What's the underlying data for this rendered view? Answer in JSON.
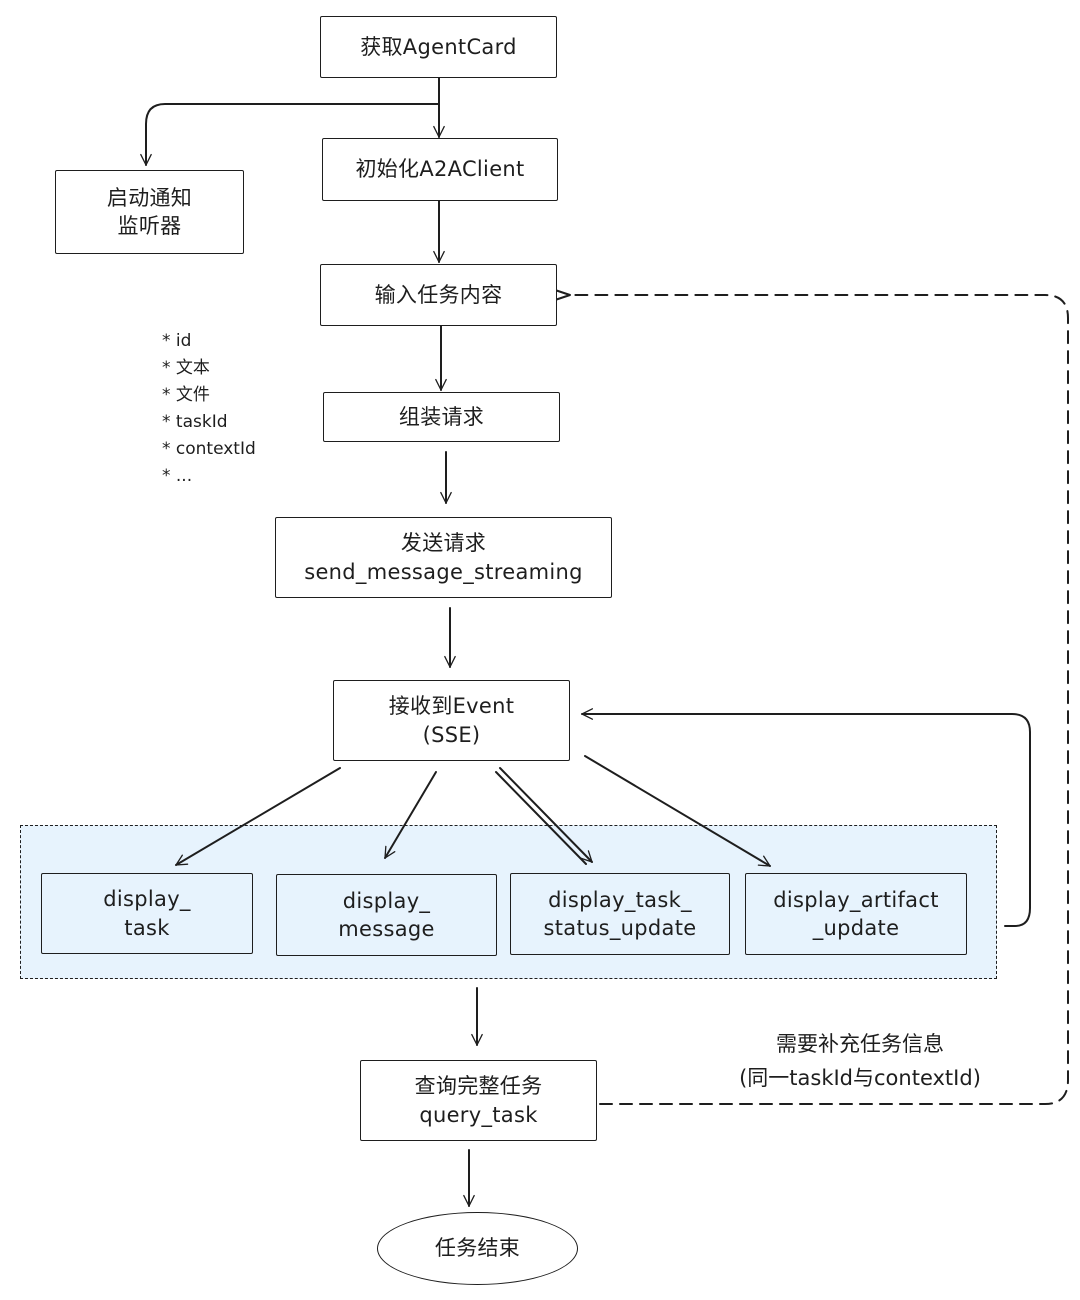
{
  "nodes": {
    "get_agent_card": "获取AgentCard",
    "start_listener": [
      "启动通知",
      "监听器"
    ],
    "init_client": "初始化A2AClient",
    "input_task": "输入任务内容",
    "assemble_request": "组装请求",
    "send_request": [
      "发送请求",
      "send_message_streaming"
    ],
    "receive_event": [
      "接收到Event",
      "(SSE)"
    ],
    "display_task": [
      "display_",
      "task"
    ],
    "display_message": [
      "display_",
      "message"
    ],
    "display_status_update": [
      "display_task_",
      "status_update"
    ],
    "display_artifact_update": [
      "display_artifact",
      "_update"
    ],
    "query_task": [
      "查询完整任务",
      "query_task"
    ],
    "task_end": "任务结束"
  },
  "request_fields": [
    "* id",
    "* 文本",
    "* 文件",
    "* taskId",
    "* contextId",
    "* ..."
  ],
  "loop_label": [
    "需要补充任务信息",
    "(同一taskId与contextId)"
  ],
  "colors": {
    "stroke": "#1e1e1e",
    "group_fill": "#e7f3fd"
  }
}
